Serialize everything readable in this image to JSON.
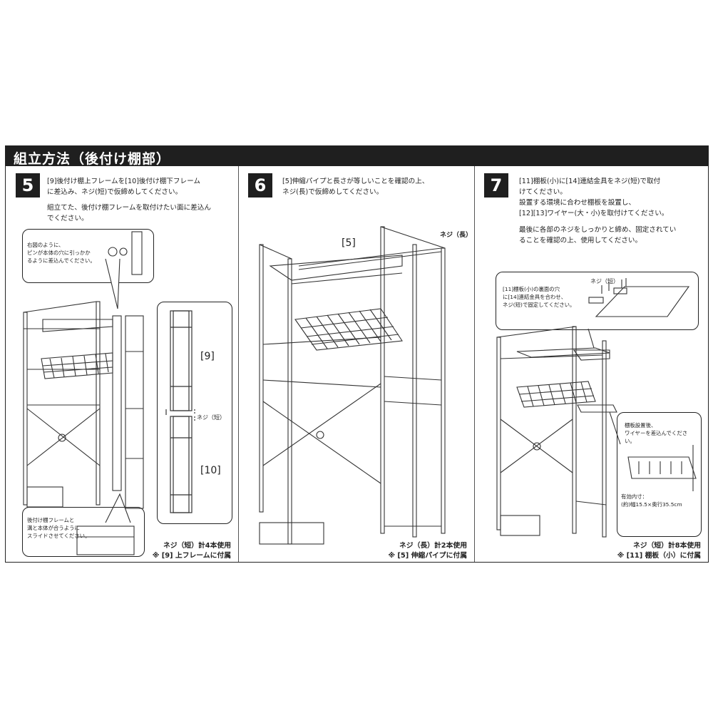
{
  "header": {
    "title": "組立方法（後付け棚部）"
  },
  "steps": [
    {
      "number": "5",
      "text_lines": [
        "[9]後付け棚上フレームを[10]後付け棚下フレーム",
        "に差込み、ネジ(短)で仮締めしてください。",
        "組立てた、後付け棚フレームを取付けたい面に差込ん",
        "でください。"
      ],
      "callout_top": [
        "右図のように、",
        "ピンが本体の穴に引っかか",
        "るように差込んでください。"
      ],
      "callout_bottom": [
        "後付け棚フレームと",
        "溝と本体が合うように",
        "スライドさせてください。"
      ],
      "part_upper": "[9]",
      "part_lower": "[10]",
      "screw_label": "ネジ（短）",
      "footer": [
        "ネジ（短）計4本使用",
        "※ [9] 上フレームに付属"
      ]
    },
    {
      "number": "6",
      "text_lines": [
        "[5]伸縮パイプと長さが等しいことを確認の上、",
        "ネジ(長)で仮締めしてください。"
      ],
      "part_label": "[5]",
      "screw_label": "ネジ（長）",
      "footer": [
        "ネジ（長）計2本使用",
        "※ [5] 伸縮パイプに付属"
      ]
    },
    {
      "number": "7",
      "text_lines": [
        "[11]棚板(小)に[14]連結金具をネジ(短)で取付",
        "けてください。",
        "設置する環境に合わせ棚板を設置し、",
        "[12][13]ワイヤー(大・小)を取付けてください。",
        "最後に各部のネジをしっかりと締め、固定されてい",
        "ることを確認の上、使用してください。"
      ],
      "callout_top": [
        "[11]棚板(小)の裏面の穴",
        "に[14]連結金具を合わせ、",
        "ネジ(短)で固定してください。"
      ],
      "callout_top_screw": "ネジ（短）",
      "callout_right": [
        "棚板設置後、",
        "ワイヤーを差込んでくださ",
        "い。"
      ],
      "effective_size": [
        "有効内寸：",
        "(約)幅15.5×奥行35.5cm"
      ],
      "footer": [
        "ネジ（短）計8本使用",
        "※ [11] 棚板（小）に付属"
      ]
    }
  ]
}
